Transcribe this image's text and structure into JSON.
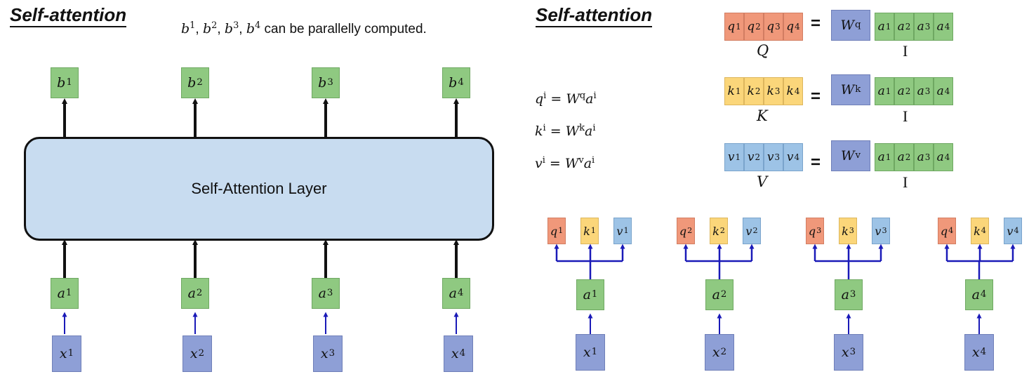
{
  "left": {
    "title": "Self-attention",
    "note": " can be parallelly computed.",
    "layer_label": "Self-Attention Layer",
    "items": [
      {
        "b": "b",
        "a": "a",
        "x": "x",
        "sup": "1"
      },
      {
        "b": "b",
        "a": "a",
        "x": "x",
        "sup": "2"
      },
      {
        "b": "b",
        "a": "a",
        "x": "x",
        "sup": "3"
      },
      {
        "b": "b",
        "a": "a",
        "x": "x",
        "sup": "4"
      }
    ]
  },
  "right": {
    "title": "Self-attention",
    "formulas": [
      {
        "lhs": "q",
        "w": "W",
        "ws": "q"
      },
      {
        "lhs": "k",
        "w": "W",
        "ws": "k"
      },
      {
        "lhs": "v",
        "w": "W",
        "ws": "v"
      }
    ],
    "matrix_rows": [
      {
        "sym": "q",
        "label": "Q",
        "w": "W",
        "ws": "q",
        "eq": "=",
        "rhs": "a",
        "rlabel": "I"
      },
      {
        "sym": "k",
        "label": "K",
        "w": "W",
        "ws": "k",
        "eq": "=",
        "rhs": "a",
        "rlabel": "I"
      },
      {
        "sym": "v",
        "label": "V",
        "w": "W",
        "ws": "v",
        "eq": "=",
        "rhs": "a",
        "rlabel": "I"
      }
    ],
    "groups": [
      {
        "q": "q",
        "k": "k",
        "v": "v",
        "a": "a",
        "x": "x",
        "sup": "1"
      },
      {
        "q": "q",
        "k": "k",
        "v": "v",
        "a": "a",
        "x": "x",
        "sup": "2"
      },
      {
        "q": "q",
        "k": "k",
        "v": "v",
        "a": "a",
        "x": "x",
        "sup": "3"
      },
      {
        "q": "q",
        "k": "k",
        "v": "v",
        "a": "a",
        "x": "x",
        "sup": "4"
      }
    ]
  },
  "colors": {
    "green": "#8fc981",
    "blue": "#8e9fd6",
    "orange": "#f0987a",
    "yellow": "#fbd67a",
    "light_blue": "#9dc3e6",
    "arrow_blue": "#1a1ab8"
  }
}
